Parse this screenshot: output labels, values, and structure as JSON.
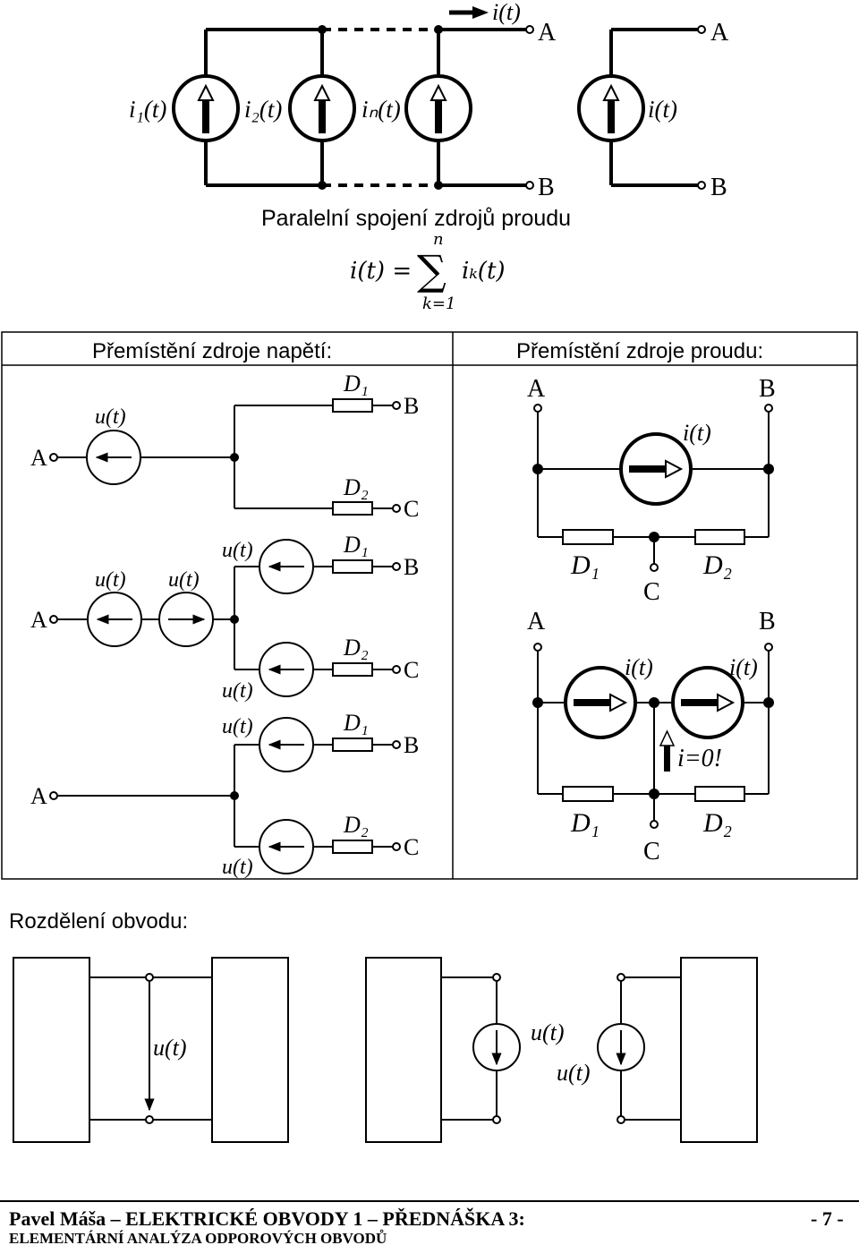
{
  "top": {
    "source_labels": [
      "i₁(t)",
      "i₂(t)",
      "iₙ(t)"
    ],
    "current_label": "i(t)",
    "node_a": "A",
    "node_b": "B",
    "equiv_label": "i(t)",
    "caption": "Paralelní spojení zdrojů proudu",
    "formula": {
      "lhs": "i(t) =",
      "upper": "n",
      "sigma": "∑",
      "lower": "k=1",
      "term": "iₖ(t)"
    }
  },
  "voltage_panel": {
    "title": "Přemístění zdroje napětí:",
    "u": "u(t)",
    "d1": "D₁",
    "d2": "D₂",
    "a": "A",
    "b": "B",
    "c": "C"
  },
  "current_panel": {
    "title": "Přemístění zdroje proudu:",
    "i": "i(t)",
    "a": "A",
    "b": "B",
    "c": "C",
    "d1": "D₁",
    "d2": "D₂",
    "i_zero": "i=0!"
  },
  "division": {
    "title": "Rozdělení obvodu:",
    "u": "u(t)"
  },
  "footer": {
    "line1": "Pavel Máša – ELEKTRICKÉ OBVODY 1 – PŘEDNÁŠKA 3:",
    "page": "- 7 -",
    "line2": "ELEMENTÁRNÍ ANALÝZA ODPOROVÝCH OBVODŮ"
  },
  "colors": {
    "ink": "#000000",
    "footer_blue": "#1a1aa0"
  }
}
